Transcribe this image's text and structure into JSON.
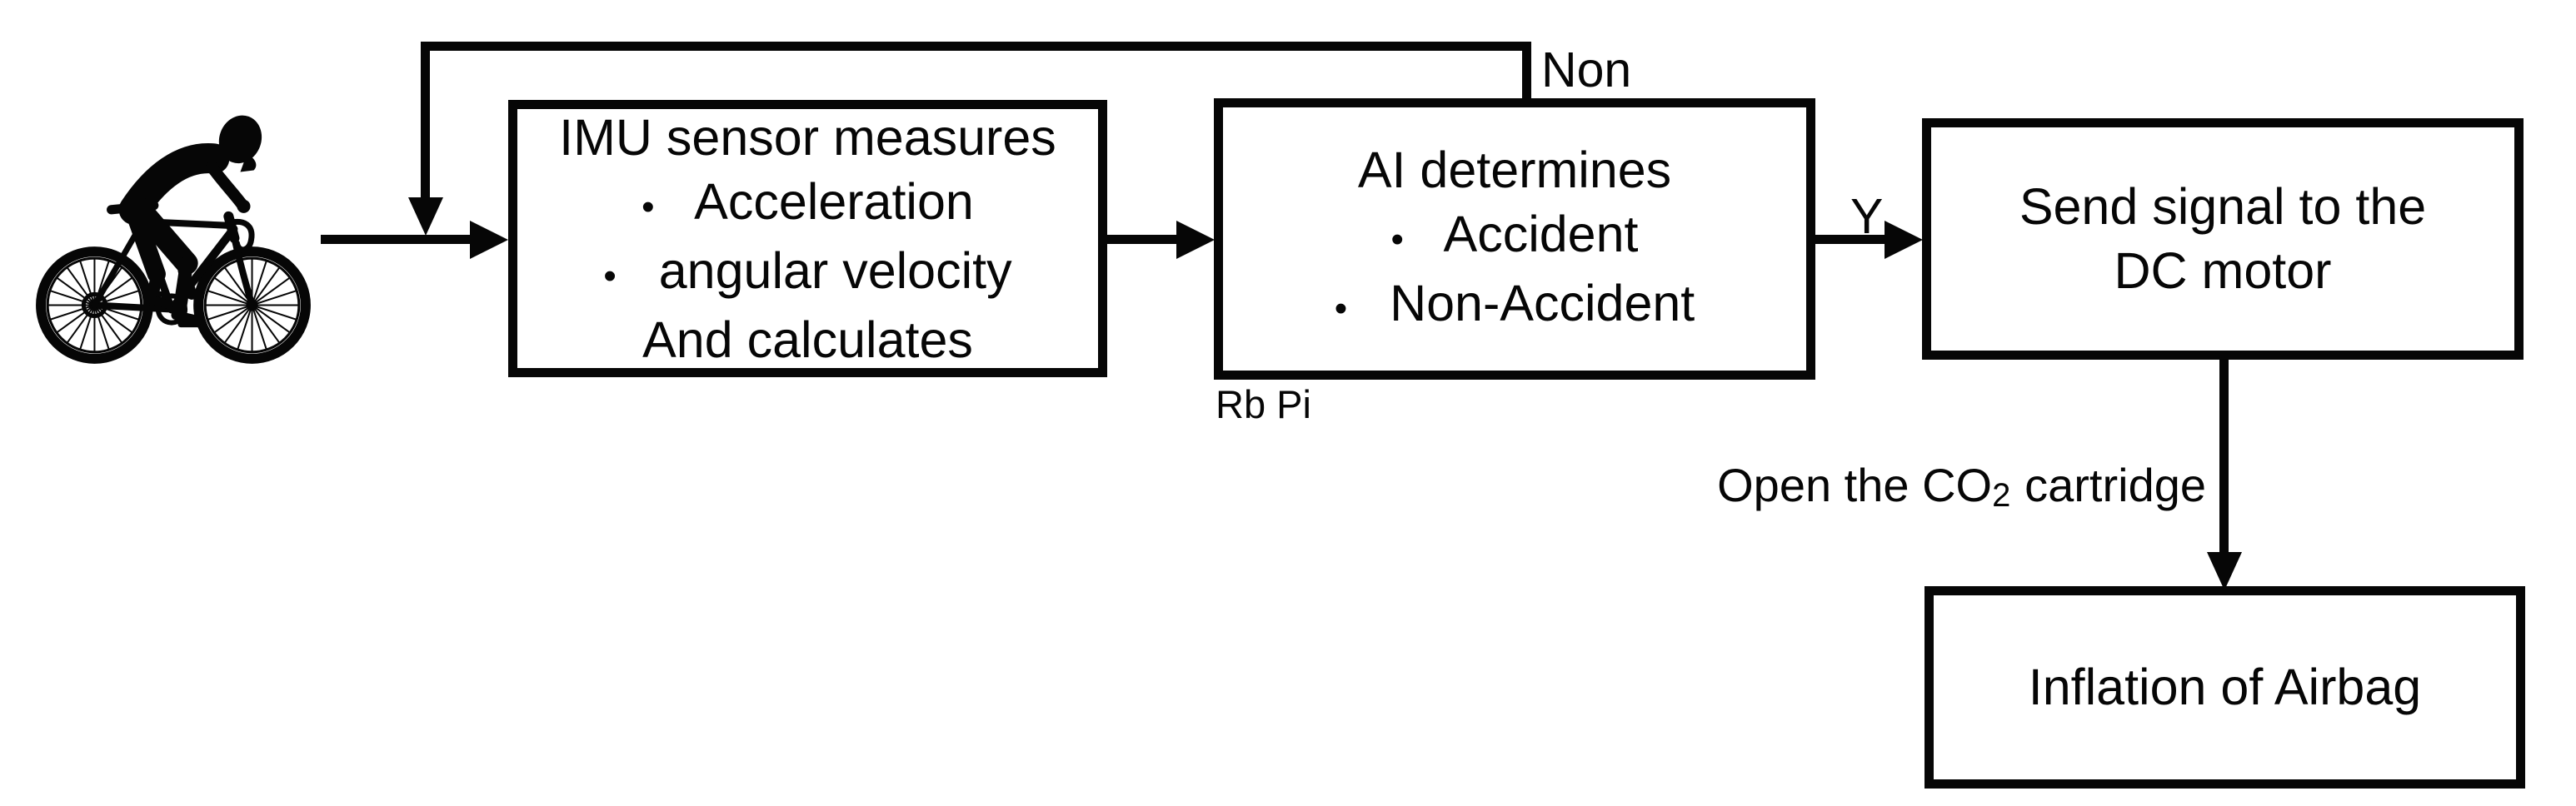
{
  "colors": {
    "background": "#ffffff",
    "line": "#060606",
    "box_fill": "#ffffff",
    "text": "#060606"
  },
  "glyphs": {
    "bullet": "•"
  },
  "icons": {
    "cyclist": "cyclist-silhouette"
  },
  "nodes": {
    "imu": {
      "title": "IMU sensor measures",
      "bullets": [
        "Acceleration",
        "angular velocity"
      ],
      "footer": "And calculates"
    },
    "ai": {
      "title": "AI determines",
      "bullets": [
        "Accident",
        "Non-Accident"
      ],
      "caption": "Rb Pi"
    },
    "send": {
      "line1": "Send signal to the",
      "line2": "DC motor"
    },
    "inflation": {
      "label": "Inflation of Airbag"
    }
  },
  "edges": {
    "feedback_label": "Non",
    "yes_label": "Y",
    "co2_label_prefix": "Open the CO",
    "co2_label_sub": "2",
    "co2_label_suffix": "cartridge"
  }
}
